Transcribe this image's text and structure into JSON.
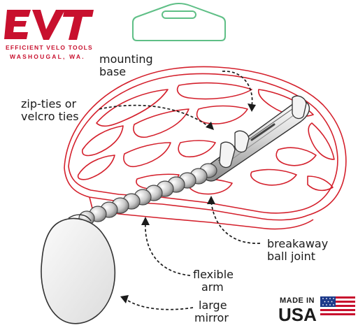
{
  "brand": {
    "logo_text": "EVT",
    "name": "EFFICIENT VELO TOOLS",
    "location": "WASHOUGAL, WA.",
    "color": "#c8102e"
  },
  "callouts": {
    "mounting_base": [
      "mounting",
      "base"
    ],
    "zip_ties": [
      "zip-ties or",
      "velcro ties"
    ],
    "ball_joint": [
      "breakaway",
      "ball joint"
    ],
    "flexible_arm": [
      "flexible",
      "arm"
    ],
    "large_mirror": [
      "large",
      "mirror"
    ]
  },
  "badge": {
    "made_in": "MADE IN",
    "country": "USA"
  },
  "colors": {
    "helmet_outline": "#d4202c",
    "hang_tab": "#5fbf86",
    "flag_red": "#c8102e",
    "flag_blue": "#1d3a8a"
  }
}
